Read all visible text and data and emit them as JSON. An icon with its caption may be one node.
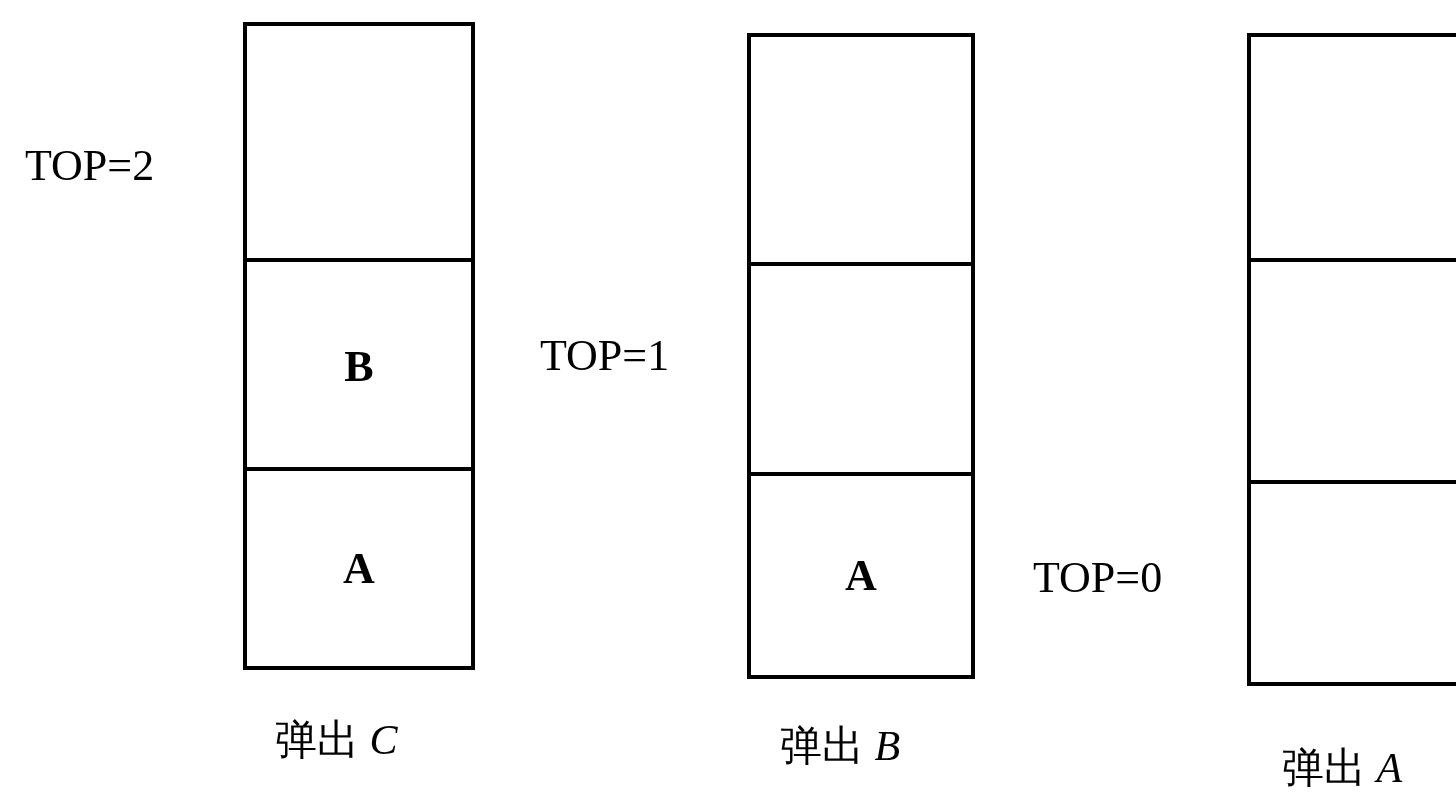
{
  "diagram": {
    "nodes": [
      {
        "text": [],
        "shape": "box"
      },
      {
        "text": [
          "B"
        ]
      },
      {
        "text": [
          "A"
        ]
      },
      {
        "text": [],
        "shape": "box"
      },
      {
        "text": [],
        "shape": "box"
      },
      {
        "text": [
          "A"
        ]
      },
      {
        "text": [],
        "shape": "box"
      },
      {
        "text": [],
        "shape": "box"
      },
      {
        "text": [],
        "shape": "box"
      }
    ],
    "edges": [],
    "labels": [
      "TOP=2",
      "TOP=1",
      "TOP=0",
      "弹出 *C*",
      "弹出 *B*",
      "弹出 *A*"
    ]
  }
}
